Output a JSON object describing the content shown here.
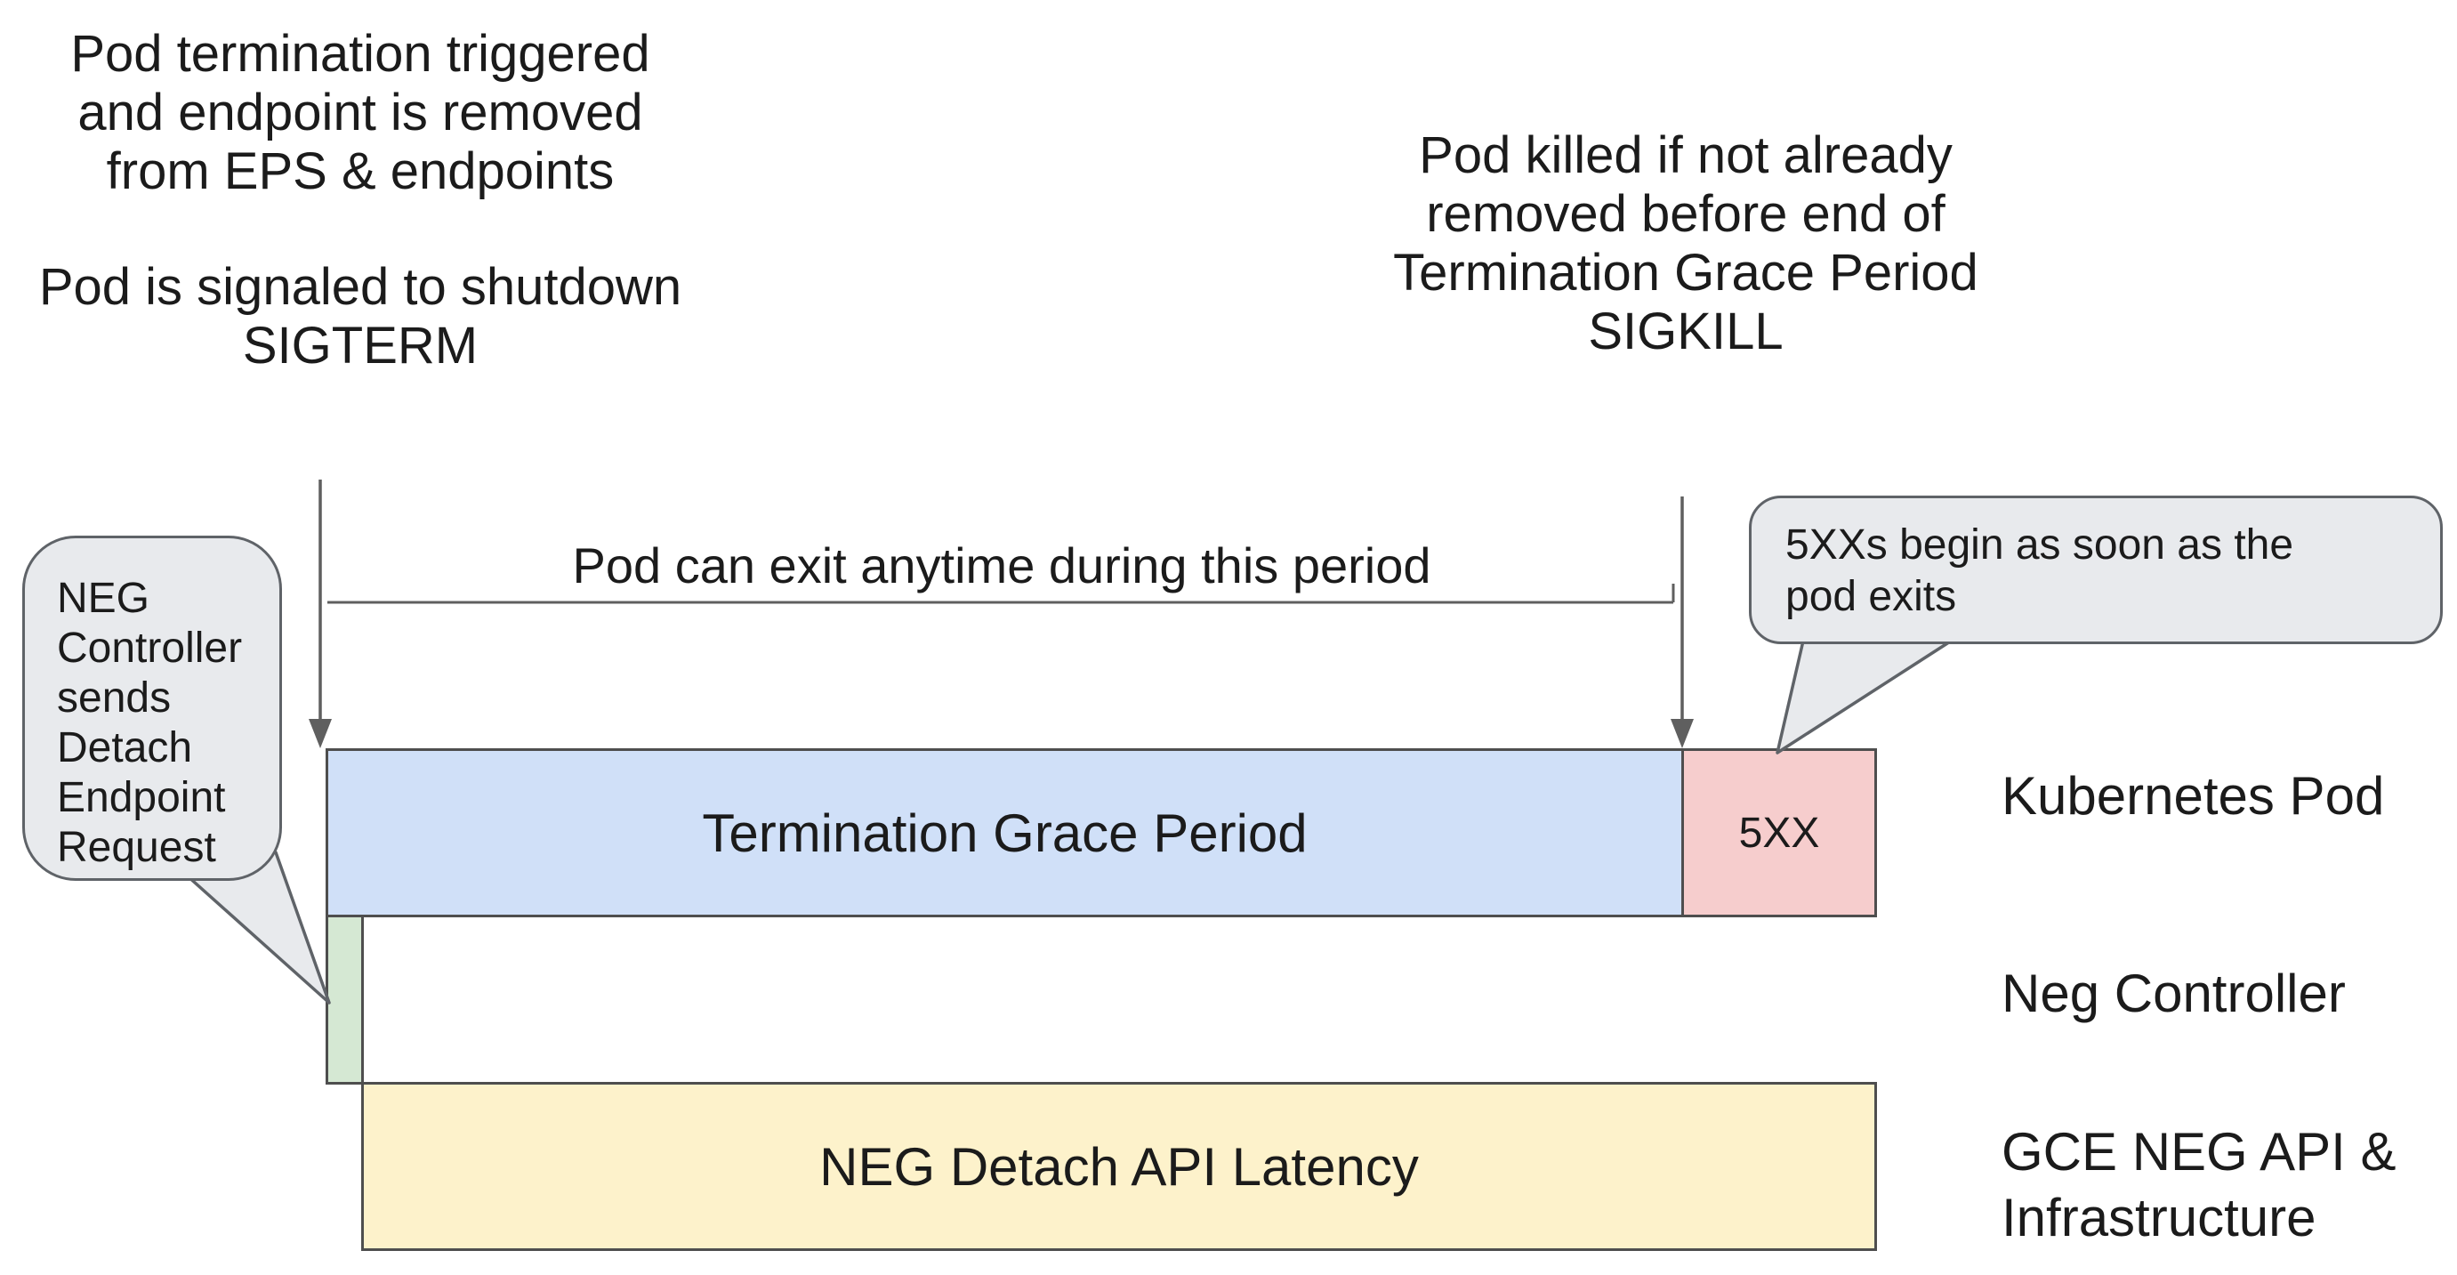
{
  "annotations": {
    "pod_termination": "Pod termination triggered\nand endpoint is removed\nfrom EPS & endpoints",
    "pod_signaled": "Pod is signaled to shutdown\nSIGTERM",
    "pod_killed": "Pod killed if not already\nremoved before end of\nTermination Grace Period\nSIGKILL",
    "exit_window": "Pod can exit anytime during this period"
  },
  "callouts": {
    "neg_controller": "NEG\nController\nsends\nDetach\nEndpoint\nRequest",
    "five_xx_begin": "5XXs begin as soon as the\npod exits"
  },
  "timeline": {
    "bars": {
      "termination_grace_period": {
        "label": "Termination Grace Period",
        "color": "#d0e0f8"
      },
      "five_xx": {
        "label": "5XX",
        "color": "#f6cdcd"
      },
      "detach_request_marker": {
        "label": "",
        "color": "#d5e8d3"
      },
      "neg_detach_api_latency": {
        "label": "NEG Detach API Latency",
        "color": "#fdf2cb"
      }
    },
    "rows": {
      "kubernetes_pod": "Kubernetes Pod",
      "neg_controller": "Neg Controller",
      "gce_neg_api": "GCE NEG API &\nInfrastructure"
    }
  },
  "colors": {
    "callout_fill": "#e8eaed",
    "callout_border": "#5f6368",
    "bar_border": "#4e4e4e",
    "arrow": "#5f5f5f",
    "text": "#1b1b1b"
  }
}
